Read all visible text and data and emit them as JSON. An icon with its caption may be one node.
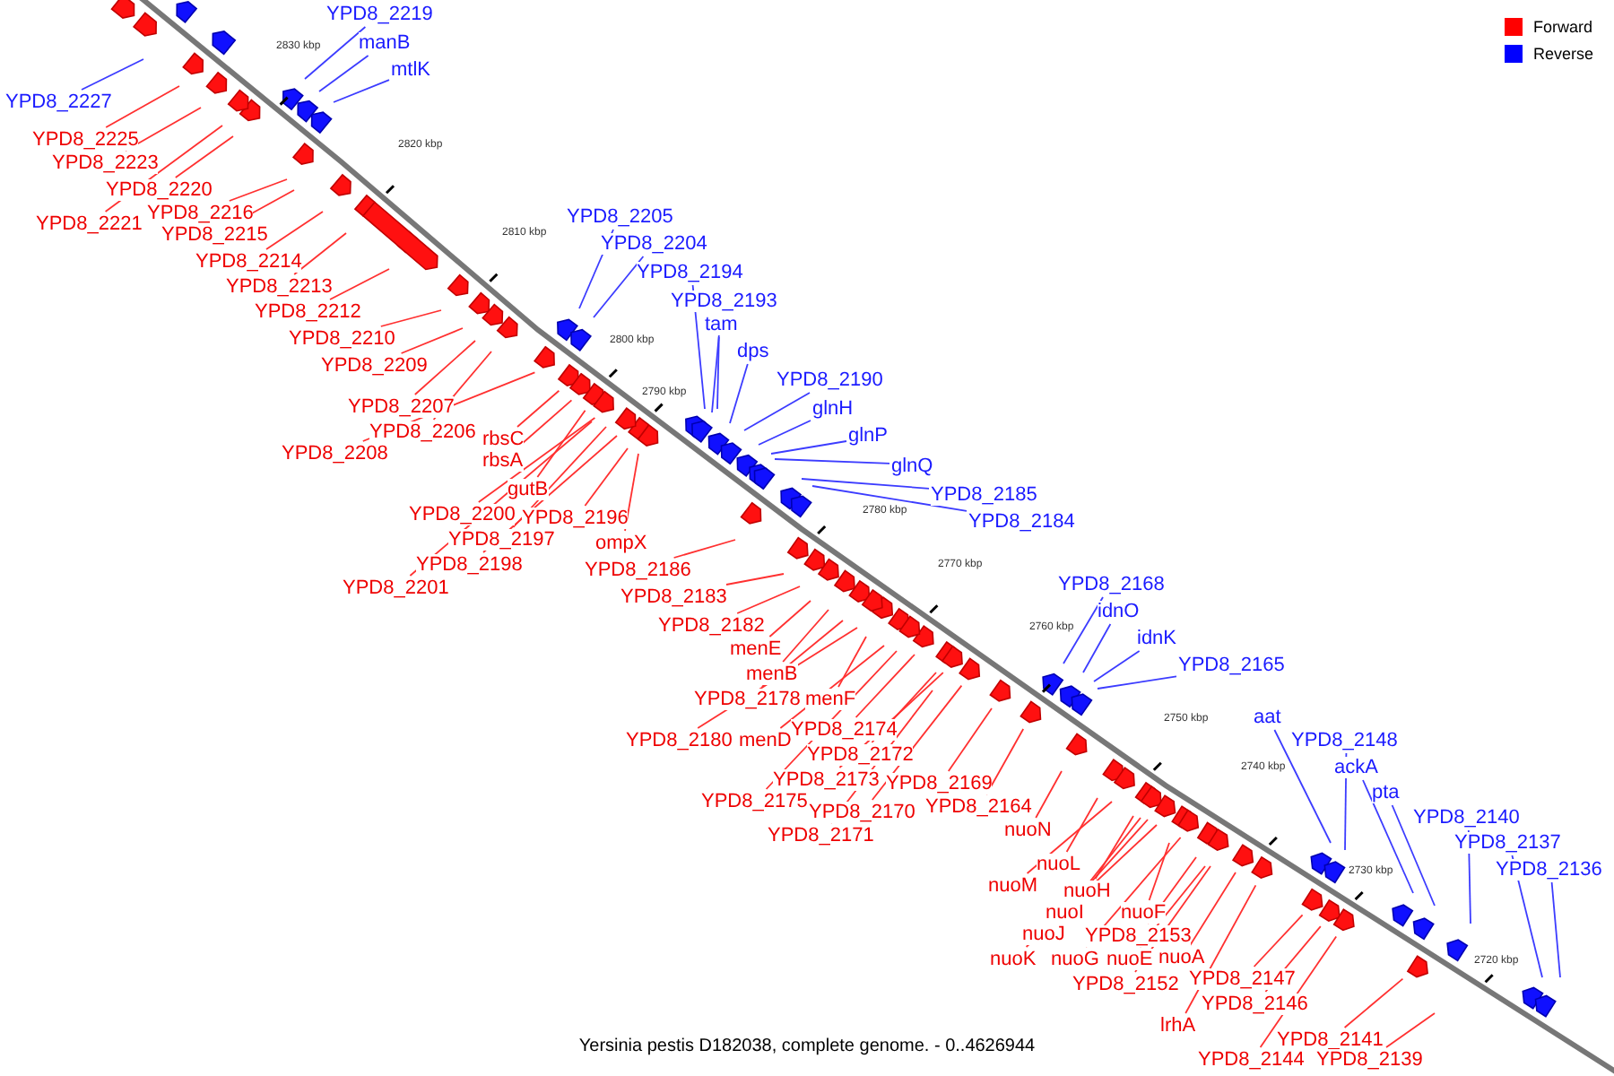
{
  "diagram": {
    "caption": "Yersinia pestis D182038, complete genome. - 0..4626944",
    "nodes": [
      {
        "text": [
          "YPD8_2219"
        ]
      },
      {
        "text": [
          "manB"
        ]
      },
      {
        "text": [
          "mtlK"
        ]
      },
      {
        "text": [
          "YPD8_2227"
        ]
      },
      {
        "text": [
          "YPD8_2225"
        ]
      },
      {
        "text": [
          "YPD8_2223"
        ]
      },
      {
        "text": [
          "YPD8_2220"
        ]
      },
      {
        "text": [
          "YPD8_2221"
        ]
      },
      {
        "text": [
          "YPD8_2216"
        ]
      },
      {
        "text": [
          "YPD8_2215"
        ]
      },
      {
        "text": [
          "YPD8_2214"
        ]
      },
      {
        "text": [
          "YPD8_2213"
        ]
      },
      {
        "text": [
          "YPD8_2212"
        ]
      },
      {
        "text": [
          "YPD8_2210"
        ]
      },
      {
        "text": [
          "YPD8_2209"
        ]
      },
      {
        "text": [
          "YPD8_2207"
        ]
      },
      {
        "text": [
          "YPD8_2206"
        ]
      },
      {
        "text": [
          "YPD8_2208"
        ]
      },
      {
        "text": [
          "rbsC"
        ]
      },
      {
        "text": [
          "rbsA"
        ]
      },
      {
        "text": [
          "gutB"
        ]
      },
      {
        "text": [
          "YPD8_2200"
        ]
      },
      {
        "text": [
          "YPD8_2196"
        ]
      },
      {
        "text": [
          "YPD8_2197"
        ]
      },
      {
        "text": [
          "YPD8_2198"
        ]
      },
      {
        "text": [
          "YPD8_2201"
        ]
      },
      {
        "text": [
          "ompX"
        ]
      },
      {
        "text": [
          "YPD8_2186"
        ]
      },
      {
        "text": [
          "YPD8_2183"
        ]
      },
      {
        "text": [
          "YPD8_2182"
        ]
      },
      {
        "text": [
          "menE"
        ]
      },
      {
        "text": [
          "menB"
        ]
      },
      {
        "text": [
          "YPD8_2178"
        ]
      },
      {
        "text": [
          "menF"
        ]
      },
      {
        "text": [
          "YPD8_2180"
        ]
      },
      {
        "text": [
          "menD"
        ]
      },
      {
        "text": [
          "YPD8_2174"
        ]
      },
      {
        "text": [
          "YPD8_2172"
        ]
      },
      {
        "text": [
          "YPD8_2173"
        ]
      },
      {
        "text": [
          "YPD8_2175"
        ]
      },
      {
        "text": [
          "YPD8_2169"
        ]
      },
      {
        "text": [
          "YPD8_2170"
        ]
      },
      {
        "text": [
          "YPD8_2164"
        ]
      },
      {
        "text": [
          "YPD8_2171"
        ]
      },
      {
        "text": [
          "YPD8_2205"
        ]
      },
      {
        "text": [
          "YPD8_2204"
        ]
      },
      {
        "text": [
          "YPD8_2194"
        ]
      },
      {
        "text": [
          "YPD8_2193"
        ]
      },
      {
        "text": [
          "tam"
        ]
      },
      {
        "text": [
          "dps"
        ]
      },
      {
        "text": [
          "YPD8_2190"
        ]
      },
      {
        "text": [
          "glnH"
        ]
      },
      {
        "text": [
          "glnP"
        ]
      },
      {
        "text": [
          "glnQ"
        ]
      },
      {
        "text": [
          "YPD8_2185"
        ]
      },
      {
        "text": [
          "YPD8_2184"
        ]
      },
      {
        "text": [
          "YPD8_2168"
        ]
      },
      {
        "text": [
          "idnO"
        ]
      },
      {
        "text": [
          "idnK"
        ]
      },
      {
        "text": [
          "YPD8_2165"
        ]
      },
      {
        "text": [
          "aat"
        ]
      },
      {
        "text": [
          "YPD8_2148"
        ]
      },
      {
        "text": [
          "ackA"
        ]
      },
      {
        "text": [
          "pta"
        ]
      },
      {
        "text": [
          "YPD8_2140"
        ]
      },
      {
        "text": [
          "YPD8_2137"
        ]
      },
      {
        "text": [
          "YPD8_2136"
        ]
      },
      {
        "text": [
          "nuoN"
        ]
      },
      {
        "text": [
          "nuoL"
        ]
      },
      {
        "text": [
          "nuoM"
        ]
      },
      {
        "text": [
          "nuoH"
        ]
      },
      {
        "text": [
          "nuoI"
        ]
      },
      {
        "text": [
          "nuoF"
        ]
      },
      {
        "text": [
          "nuoJ"
        ]
      },
      {
        "text": [
          "YPD8_2153"
        ]
      },
      {
        "text": [
          "nuoK"
        ]
      },
      {
        "text": [
          "nuoG"
        ]
      },
      {
        "text": [
          "nuoE"
        ]
      },
      {
        "text": [
          "nuoA"
        ]
      },
      {
        "text": [
          "YPD8_2152"
        ]
      },
      {
        "text": [
          "YPD8_2147"
        ]
      },
      {
        "text": [
          "YPD8_2146"
        ]
      },
      {
        "text": [
          "lrhA"
        ]
      },
      {
        "text": [
          "YPD8_2141"
        ]
      },
      {
        "text": [
          "YPD8_2144"
        ]
      },
      {
        "text": [
          "YPD8_2139"
        ]
      }
    ],
    "edges": [
      {
        "from": 0,
        "to": null,
        "arrow": "none",
        "color": "#3c3cff"
      },
      {
        "from": 1,
        "to": null,
        "arrow": "none",
        "color": "#3c3cff"
      },
      {
        "from": 2,
        "to": null,
        "arrow": "none",
        "color": "#3c3cff"
      },
      {
        "from": 3,
        "to": null,
        "arrow": "none",
        "color": "#3c3cff"
      },
      {
        "from": 4,
        "to": null,
        "arrow": "none"
      },
      {
        "from": 5,
        "to": null,
        "arrow": "none"
      },
      {
        "from": 6,
        "to": null,
        "arrow": "none"
      },
      {
        "from": 7,
        "to": null,
        "arrow": "none"
      },
      {
        "from": 8,
        "to": null,
        "arrow": "none"
      },
      {
        "from": 9,
        "to": null,
        "arrow": "none"
      },
      {
        "from": 10,
        "to": null,
        "arrow": "none"
      },
      {
        "from": 11,
        "to": null,
        "arrow": "none"
      },
      {
        "from": 12,
        "to": null,
        "arrow": "none"
      },
      {
        "from": 13,
        "to": null,
        "arrow": "none"
      },
      {
        "from": 14,
        "to": null,
        "arrow": "none"
      },
      {
        "from": 15,
        "to": null,
        "arrow": "none"
      },
      {
        "from": 16,
        "to": null,
        "arrow": "none"
      },
      {
        "from": 17,
        "to": null,
        "arrow": "none"
      },
      {
        "from": 18,
        "to": null,
        "arrow": "none"
      },
      {
        "from": 19,
        "to": null,
        "arrow": "none"
      },
      {
        "from": 20,
        "to": null,
        "arrow": "none"
      },
      {
        "from": 21,
        "to": null,
        "arrow": "none"
      },
      {
        "from": 22,
        "to": null,
        "arrow": "none"
      },
      {
        "from": 23,
        "to": null,
        "arrow": "none"
      },
      {
        "from": 24,
        "to": null,
        "arrow": "none"
      },
      {
        "from": 25,
        "to": null,
        "arrow": "none"
      },
      {
        "from": 26,
        "to": null,
        "arrow": "none"
      },
      {
        "from": 27,
        "to": null,
        "arrow": "none"
      },
      {
        "from": 28,
        "to": null,
        "arrow": "none"
      },
      {
        "from": 29,
        "to": null,
        "arrow": "none"
      },
      {
        "from": 30,
        "to": null,
        "arrow": "none"
      },
      {
        "from": 31,
        "to": null,
        "arrow": "none"
      },
      {
        "from": 32,
        "to": null,
        "arrow": "none"
      },
      {
        "from": 33,
        "to": null,
        "arrow": "none"
      },
      {
        "from": 34,
        "to": null,
        "arrow": "none"
      },
      {
        "from": 35,
        "to": null,
        "arrow": "none"
      },
      {
        "from": 36,
        "to": null,
        "arrow": "none"
      },
      {
        "from": 37,
        "to": null,
        "arrow": "none"
      },
      {
        "from": 38,
        "to": null,
        "arrow": "none"
      },
      {
        "from": 39,
        "to": null,
        "arrow": "none"
      },
      {
        "from": 40,
        "to": null,
        "arrow": "none"
      },
      {
        "from": 41,
        "to": null,
        "arrow": "none"
      },
      {
        "from": 42,
        "to": null,
        "arrow": "none"
      },
      {
        "from": 43,
        "to": null,
        "arrow": "none"
      },
      {
        "from": 44,
        "to": null,
        "arrow": "none",
        "color": "#3c3cff"
      },
      {
        "from": 45,
        "to": null,
        "arrow": "none",
        "color": "#3c3cff"
      },
      {
        "from": 46,
        "to": null,
        "arrow": "none",
        "color": "#3c3cff"
      },
      {
        "from": 47,
        "to": null,
        "arrow": "none",
        "color": "#3c3cff"
      },
      {
        "from": 48,
        "to": null,
        "arrow": "none",
        "color": "#3c3cff"
      },
      {
        "from": 49,
        "to": null,
        "arrow": "none",
        "color": "#3c3cff"
      },
      {
        "from": 50,
        "to": null,
        "arrow": "none",
        "color": "#3c3cff"
      },
      {
        "from": 51,
        "to": null,
        "arrow": "none",
        "color": "#3c3cff"
      },
      {
        "from": 52,
        "to": null,
        "arrow": "none",
        "color": "#3c3cff"
      },
      {
        "from": 53,
        "to": null,
        "arrow": "none",
        "color": "#3c3cff"
      },
      {
        "from": 54,
        "to": null,
        "arrow": "none",
        "color": "#3c3cff"
      },
      {
        "from": 55,
        "to": null,
        "arrow": "none",
        "color": "#3c3cff"
      },
      {
        "from": 56,
        "to": null,
        "arrow": "none",
        "color": "#3c3cff"
      },
      {
        "from": 57,
        "to": null,
        "arrow": "none",
        "color": "#3c3cff"
      },
      {
        "from": 58,
        "to": null,
        "arrow": "none",
        "color": "#3c3cff"
      },
      {
        "from": 59,
        "to": null,
        "arrow": "none",
        "color": "#3c3cff"
      },
      {
        "from": 60,
        "to": null,
        "arrow": "none",
        "color": "#3c3cff"
      },
      {
        "from": 61,
        "to": null,
        "arrow": "none",
        "color": "#3c3cff"
      },
      {
        "from": 62,
        "to": null,
        "arrow": "none",
        "color": "#3c3cff"
      },
      {
        "from": 63,
        "to": null,
        "arrow": "none",
        "color": "#3c3cff"
      },
      {
        "from": 64,
        "to": null,
        "arrow": "none",
        "color": "#3c3cff"
      },
      {
        "from": 65,
        "to": null,
        "arrow": "none",
        "color": "#3c3cff"
      },
      {
        "from": 66,
        "to": null,
        "arrow": "none",
        "color": "#3c3cff"
      },
      {
        "from": 67,
        "to": null,
        "arrow": "none"
      },
      {
        "from": 68,
        "to": null,
        "arrow": "none"
      },
      {
        "from": 69,
        "to": null,
        "arrow": "none"
      },
      {
        "from": 70,
        "to": null,
        "arrow": "none"
      },
      {
        "from": 71,
        "to": null,
        "arrow": "none"
      },
      {
        "from": 72,
        "to": null,
        "arrow": "none"
      },
      {
        "from": 73,
        "to": null,
        "arrow": "none"
      },
      {
        "from": 74,
        "to": null,
        "arrow": "none"
      },
      {
        "from": 75,
        "to": null,
        "arrow": "none"
      },
      {
        "from": 76,
        "to": null,
        "arrow": "none"
      },
      {
        "from": 77,
        "to": null,
        "arrow": "none"
      },
      {
        "from": 78,
        "to": null,
        "arrow": "none"
      },
      {
        "from": 79,
        "to": null,
        "arrow": "none"
      },
      {
        "from": 80,
        "to": null,
        "arrow": "none"
      },
      {
        "from": 81,
        "to": null,
        "arrow": "none"
      },
      {
        "from": 82,
        "to": null,
        "arrow": "none"
      },
      {
        "from": 83,
        "to": null,
        "arrow": "none"
      },
      {
        "from": 84,
        "to": null,
        "arrow": "none"
      },
      {
        "from": 85,
        "to": null,
        "arrow": "none"
      }
    ],
    "labels": [
      "2830 kbp",
      "2820 kbp",
      "2810 kbp",
      "2800 kbp",
      "2790 kbp",
      "2780 kbp",
      "2770 kbp",
      "2760 kbp",
      "2750 kbp",
      "2740 kbp",
      "2730 kbp",
      "2720 kbp"
    ],
    "legend": [
      {
        "text": "Forward",
        "color": "#ff0000"
      },
      {
        "text": "Reverse",
        "color": "#0000ff"
      }
    ]
  }
}
